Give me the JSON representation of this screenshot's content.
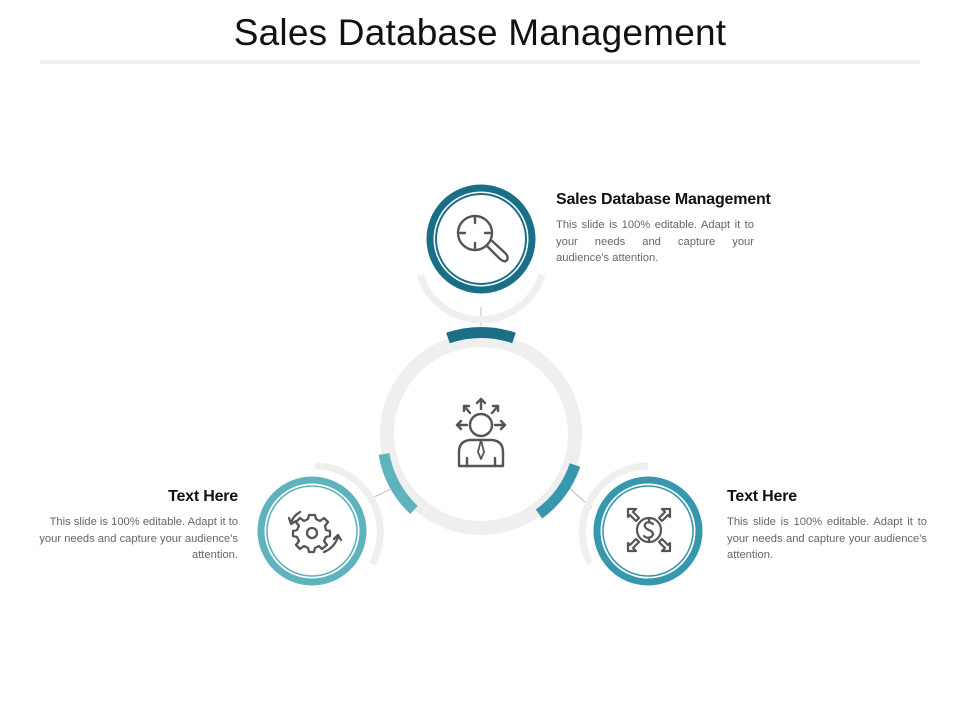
{
  "slide": {
    "title": "Sales Database Management"
  },
  "center": {
    "icon": "person-with-outward-arrows-icon"
  },
  "items": [
    {
      "position": "top",
      "heading": "Sales Database Management",
      "body": "This slide is 100% editable. Adapt it to your needs and capture your audience's attention.",
      "icon": "magnifier-target-icon",
      "color": "#1a6f87"
    },
    {
      "position": "left",
      "heading": "Text Here",
      "body": "This slide is 100% editable. Adapt it to your needs and capture your audience's attention.",
      "icon": "gear-cycle-icon",
      "color": "#5fb3bd"
    },
    {
      "position": "right",
      "heading": "Text Here",
      "body": "This slide is 100% editable. Adapt it to your needs and capture your audience's attention.",
      "icon": "dollar-expand-icon",
      "color": "#3797ad"
    }
  ],
  "colors": {
    "ring_gray": "#efefef",
    "connector": "#c8c8c8",
    "icon_stroke": "#555555"
  }
}
